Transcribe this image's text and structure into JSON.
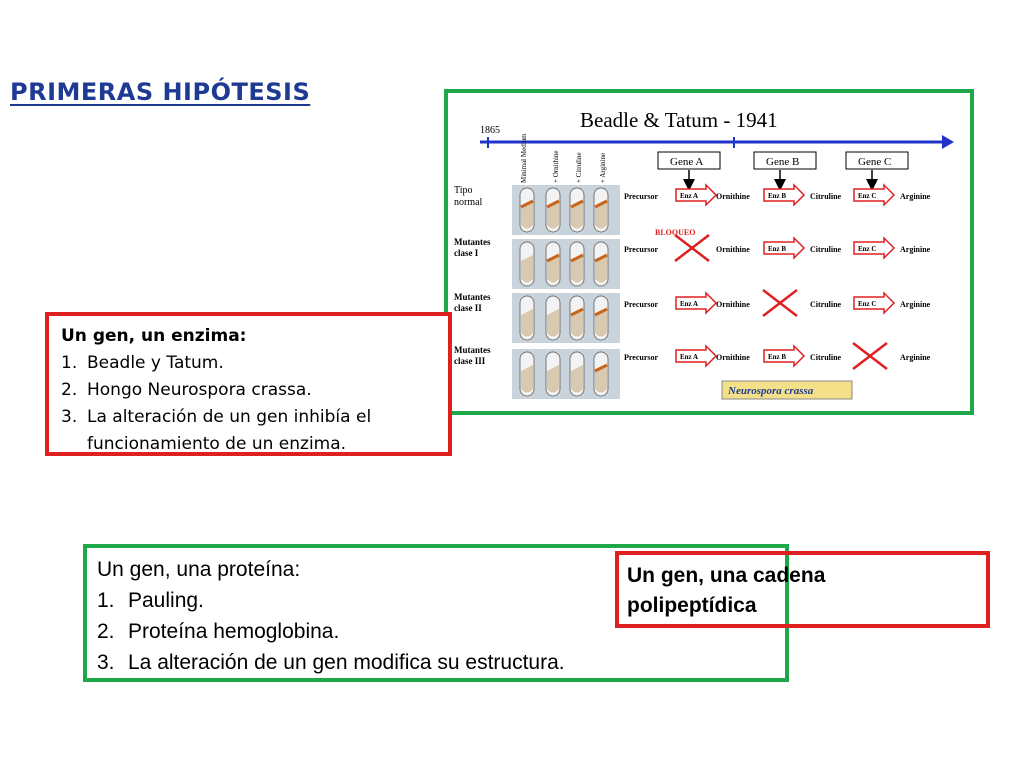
{
  "title": "PRIMERAS HIPÓTESIS",
  "box_enzima": {
    "heading": "Un gen, un enzima:",
    "items": [
      {
        "num": "1.",
        "text": "Beadle y Tatum."
      },
      {
        "num": "2.",
        "text": "Hongo Neurospora crassa."
      },
      {
        "num": "3.",
        "text": "La alteración de un gen inhibía el",
        "text2": "funcionamiento de un enzima."
      }
    ]
  },
  "box_proteina": {
    "heading": "Un gen, una proteína:",
    "items": [
      {
        "num": "1.",
        "text": "Pauling."
      },
      {
        "num": "2.",
        "text": "Proteína hemoglobina."
      },
      {
        "num": "3.",
        "text": "La alteración de un gen modifica su estructura."
      }
    ]
  },
  "box_cadena": {
    "line1": "Un gen, una cadena",
    "line2": "polipeptídica"
  },
  "figure": {
    "title": "Beadle & Tatum - 1941",
    "year": "1865",
    "columns": [
      "Minimal Medium",
      "+ Ornithine",
      "+ Citruline",
      "+ Arginine"
    ],
    "genes": [
      "Gene A",
      "Gene B",
      "Gene C"
    ],
    "rows": [
      {
        "label1": "Tipo",
        "label2": "normal"
      },
      {
        "label1": "Mutantes",
        "label2": "clase I"
      },
      {
        "label1": "Mutantes",
        "label2": "clase II"
      },
      {
        "label1": "Mutantes",
        "label2": "clase III"
      }
    ],
    "pathway": {
      "precursor": "Precursor",
      "ornithine": "Ornithine",
      "citruline": "Citruline",
      "arginine": "Arginine",
      "enz_a": "Enz A",
      "enz_b": "Enz B",
      "enz_c": "Enz C"
    },
    "block_label": "BLOQUEO",
    "species_label": "Neurospora crassa",
    "colors": {
      "timeline": "#2233cc",
      "block": "#e02020",
      "frame_green": "#1fa84a",
      "frame_red": "#e02020",
      "title": "#1f3a93",
      "species_bg": "#f5e08a"
    }
  }
}
